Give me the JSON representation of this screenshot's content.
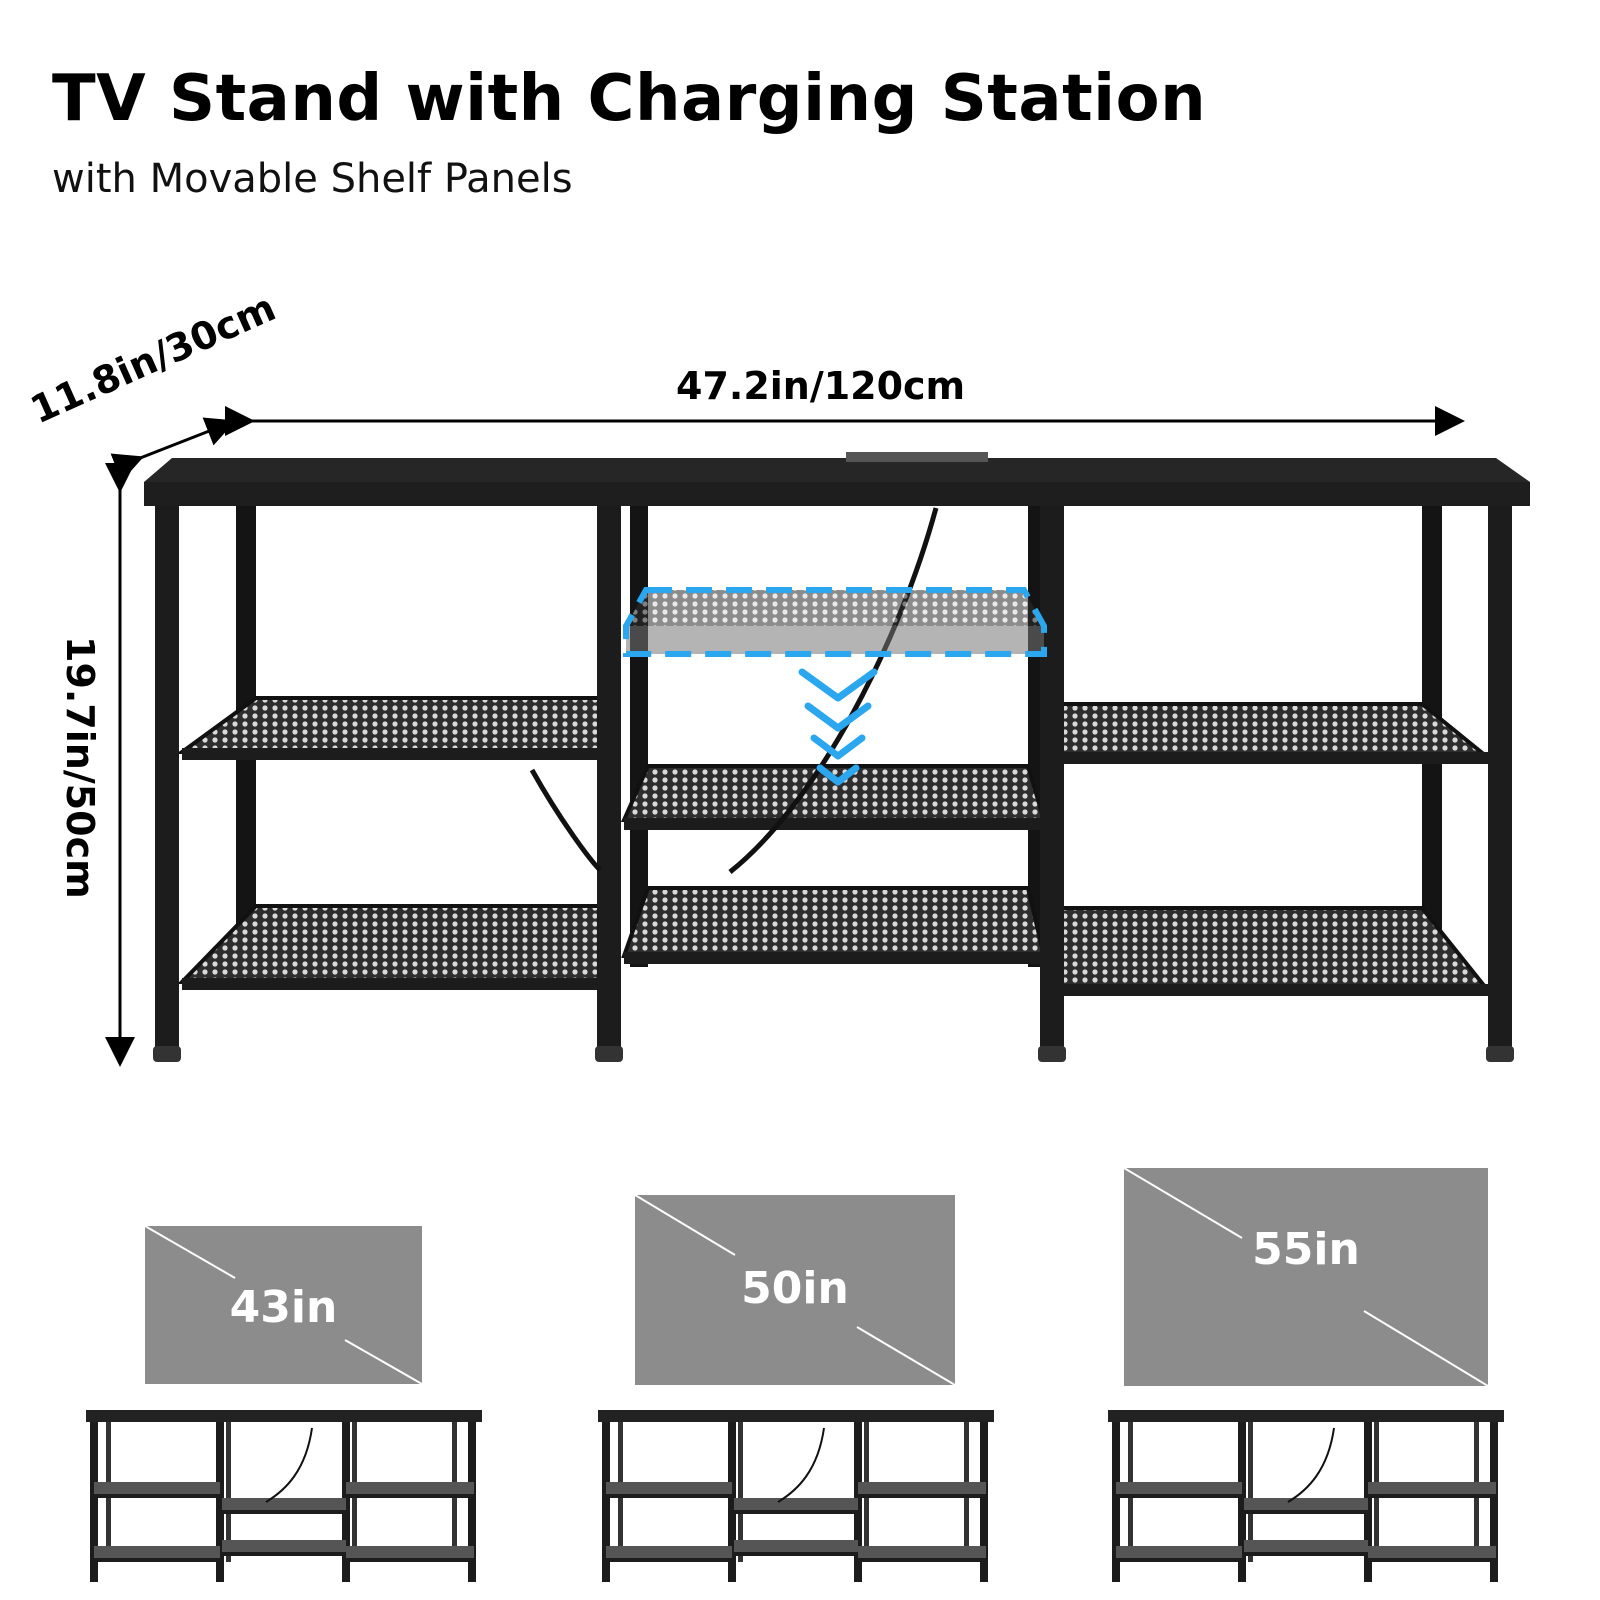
{
  "header": {
    "title": "TV Stand with Charging Station",
    "subtitle": "with Movable Shelf Panels"
  },
  "dimensions": {
    "width": "47.2in/120cm",
    "depth": "11.8in/30cm",
    "height": "19.7in/50cm"
  },
  "tv_sizes": [
    {
      "label": "43in"
    },
    {
      "label": "50in"
    },
    {
      "label": "55in"
    }
  ],
  "colors": {
    "frame": "#1c1c1c",
    "top": "#2a2a2a",
    "mesh": "#3a3a3a",
    "highlight": "#2aa7ee",
    "tv_screen": "#8c8c8c"
  },
  "icons": [
    "arrow-down-chevrons-icon",
    "dimension-arrow-icon"
  ]
}
